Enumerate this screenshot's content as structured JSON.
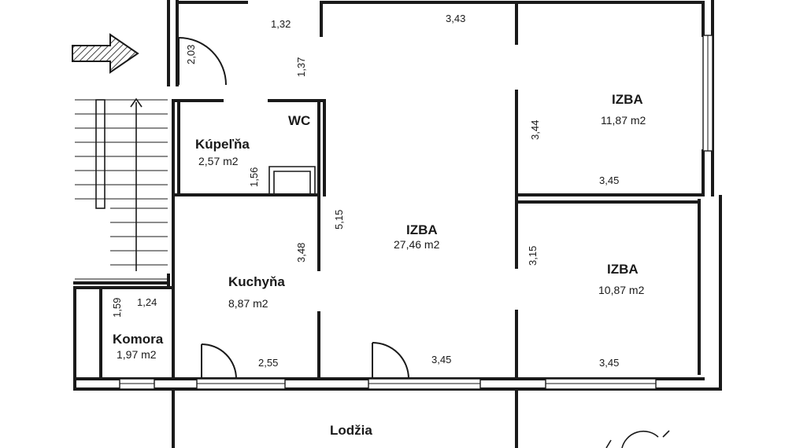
{
  "rooms": {
    "kupelna": {
      "name": "Kúpeľňa",
      "area": "2,57 m2"
    },
    "wc": {
      "name": "WC"
    },
    "kuchyna": {
      "name": "Kuchyňa",
      "area": "8,87 m2"
    },
    "komora": {
      "name": "Komora",
      "area": "1,97 m2"
    },
    "izba_main": {
      "name": "IZBA",
      "area": "27,46 m2"
    },
    "izba_top": {
      "name": "IZBA",
      "area": "11,87 m2"
    },
    "izba_bottom": {
      "name": "IZBA",
      "area": "10,87 m2"
    },
    "lodzia": {
      "name": "Lodžia"
    }
  },
  "dimensions": {
    "hall_width": "1,32",
    "main_top_width": "3,43",
    "entry_depth": "2,03",
    "hall_depth": "1,37",
    "main_wall_upper": "3,44",
    "kupelna_depth": "1,56",
    "main_depth": "5,15",
    "kuchyna_depth": "3,48",
    "main_wall_lower": "3,15",
    "komora_depth": "1,59",
    "komora_width": "1,24",
    "kuchyna_width": "2,55",
    "main_bottom_width": "3,45",
    "izba_top_width": "3,45",
    "izba_bottom_width": "3,45"
  }
}
